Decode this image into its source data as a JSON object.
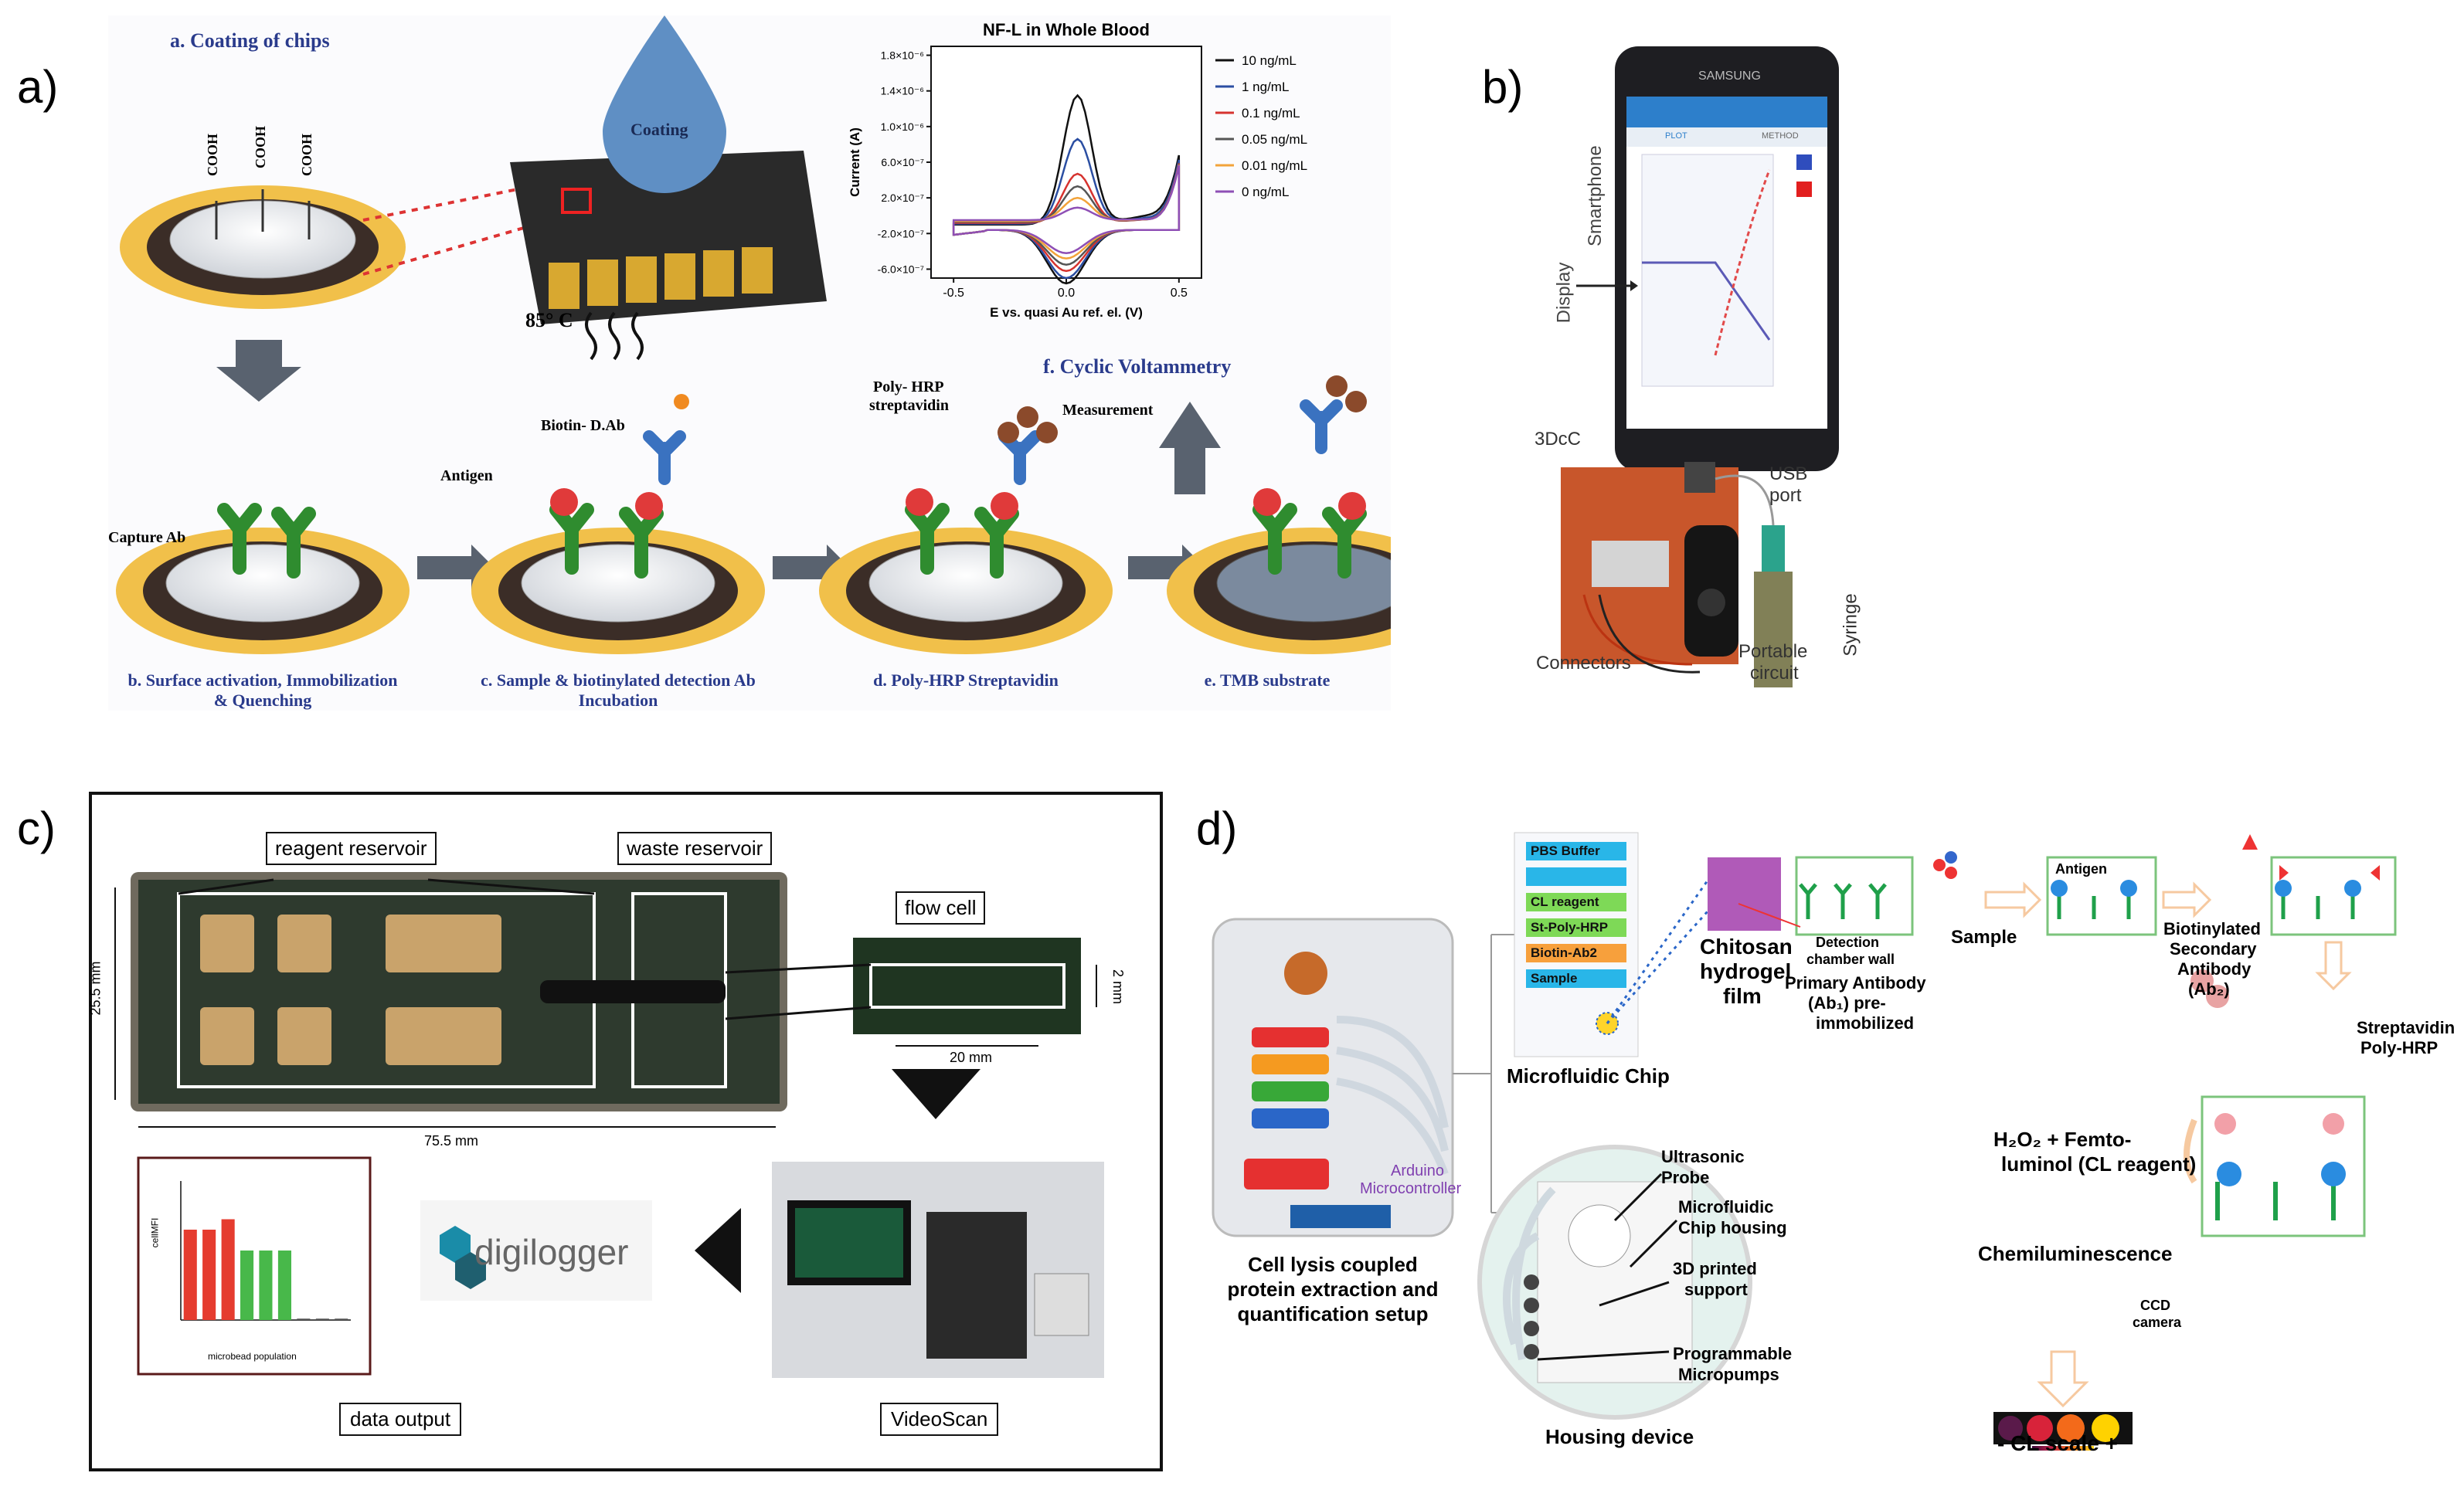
{
  "panel_labels": {
    "a": "a)",
    "b": "b)",
    "c": "c)",
    "d": "d)"
  },
  "panel_a": {
    "coating_title": "a. Coating of chips",
    "coating_drop": "Coating",
    "cooh": "COOH",
    "temperature": "85° C",
    "capture_ab": "Capture Ab",
    "antigen": "Antigen",
    "biotin_dab": "Biotin- D.Ab",
    "poly_hrp": "Poly- HRP",
    "streptavidin": "streptavidin",
    "measurement": "Measurement",
    "cv_caption": "f. Cyclic Voltammetry",
    "step_b1": "b. Surface activation, Immobilization",
    "step_b2": "& Quenching",
    "step_c1": "c. Sample & biotinylated detection Ab",
    "step_c2": "Incubation",
    "step_d": "d. Poly-HRP Streptavidin",
    "step_e": "e. TMB substrate"
  },
  "chart_data": {
    "type": "line",
    "title": "NF-L in Whole Blood",
    "xlabel": "E vs. quasi Au ref. el. (V)",
    "ylabel": "Current (A)",
    "xlim": [
      -0.6,
      0.6
    ],
    "ylim": [
      -7e-07,
      1.9e-06
    ],
    "x_ticks": [
      "-0.5",
      "0.0",
      "0.5"
    ],
    "x_tick_values": [
      -0.5,
      0.0,
      0.5
    ],
    "y_ticks": [
      "1.8×10⁻⁶",
      "1.4×10⁻⁶",
      "1.0×10⁻⁶",
      "6.0×10⁻⁷",
      "2.0×10⁻⁷",
      "-2.0×10⁻⁷",
      "-6.0×10⁻⁷"
    ],
    "y_tick_values": [
      1.8e-06,
      1.4e-06,
      1e-06,
      6e-07,
      2e-07,
      -2e-07,
      -6e-07
    ],
    "legend_position": "right",
    "series": [
      {
        "name": "10 ng/mL",
        "color": "#111111",
        "peak": 1.45e-06,
        "base": -1e-07,
        "cath": -6e-07
      },
      {
        "name": "1 ng/mL",
        "color": "#2b4ea2",
        "peak": 9.5e-07,
        "base": -9e-08,
        "cath": -5.4e-07
      },
      {
        "name": "0.1 ng/mL",
        "color": "#d6332f",
        "peak": 5.5e-07,
        "base": -8e-08,
        "cath": -4.6e-07
      },
      {
        "name": "0.05 ng/mL",
        "color": "#555555",
        "peak": 4e-07,
        "base": -7e-08,
        "cath": -3.9e-07
      },
      {
        "name": "0.01 ng/mL",
        "color": "#f2a33a",
        "peak": 2.6e-07,
        "base": -6e-08,
        "cath": -3.2e-07
      },
      {
        "name": "0 ng/mL",
        "color": "#8e4fb5",
        "peak": 1.4e-07,
        "base": -5e-08,
        "cath": -2.6e-07
      }
    ]
  },
  "panel_b": {
    "smartphone": "Smartphone",
    "display": "Display",
    "device": "3DcC",
    "usb": "USB",
    "port": "port",
    "syringe": "Syringe",
    "portable": "Portable",
    "circuit": "circuit",
    "connectors": "Connectors",
    "brand": "SAMSUNG",
    "tab1": "PLOT",
    "tab2": "METHOD"
  },
  "panel_c": {
    "reagent": "reagent reservoir",
    "waste": "waste reservoir",
    "flow_cell": "flow cell",
    "dim_height": "25.5 mm",
    "dim_width": "75.5 mm",
    "dim_flow_w": "20 mm",
    "dim_flow_h": "2 mm",
    "logo": "digilogger",
    "videoscan": "VideoScan",
    "data_output": "data output",
    "mini_ylabel": "cellMFI",
    "mini_xlabel": "microbead population",
    "mini_values": [
      1.3,
      1.3,
      1.45,
      1.0,
      1.0,
      1.0,
      0.02,
      0.02,
      0.02
    ],
    "mini_colors": [
      "#e53c2f",
      "#e53c2f",
      "#e53c2f",
      "#48b84a",
      "#48b84a",
      "#48b84a",
      "#555555",
      "#555555",
      "#555555"
    ]
  },
  "panel_d": {
    "chip_items": [
      "PBS Buffer",
      "",
      "CL reagent",
      "St-Poly-HRP",
      "Biotin-Ab2",
      "Sample"
    ],
    "chip_colors": [
      "#29b6e8",
      "#29b6e8",
      "#7ed957",
      "#7ed957",
      "#f7a03c",
      "#29b6e8"
    ],
    "arduino1": "Arduino",
    "arduino2": "Microcontroller",
    "setup1": "Cell lysis  coupled",
    "setup2": "protein extraction and",
    "setup3": "quantification setup",
    "microfluidic_chip": "Microfluidic Chip",
    "housing": "Housing device",
    "chitosan1": "Chitosan",
    "chitosan2": "hydrogel",
    "chitosan3": "film",
    "detection1": "Detection",
    "detection2": "chamber wall",
    "primary1": "Primary Antibody",
    "primary2": "(Ab₁) pre-",
    "primary3": "immobilized",
    "sample": "Sample",
    "antigen": "Antigen",
    "secondary1": "Biotinylated",
    "secondary2": "Secondary",
    "secondary3": "Antibody",
    "secondary4": "(Ab₂)",
    "strep1": "Streptavidin",
    "strep2": "Poly-HRP",
    "h2o2_1": "H₂O₂ + Femto-",
    "h2o2_2": "luminol (CL reagent)",
    "chemi": "Chemiluminescence",
    "ccd1": "CCD",
    "ccd2": "camera",
    "cl_scale": "- CL scale +",
    "ultra1": "Ultrasonic",
    "ultra2": "Probe",
    "mchip1": "Microfluidic",
    "mchip2": "Chip housing",
    "print1": "3D printed",
    "print2": "support",
    "pump1": "Programmable",
    "pump2": "Micropumps"
  }
}
